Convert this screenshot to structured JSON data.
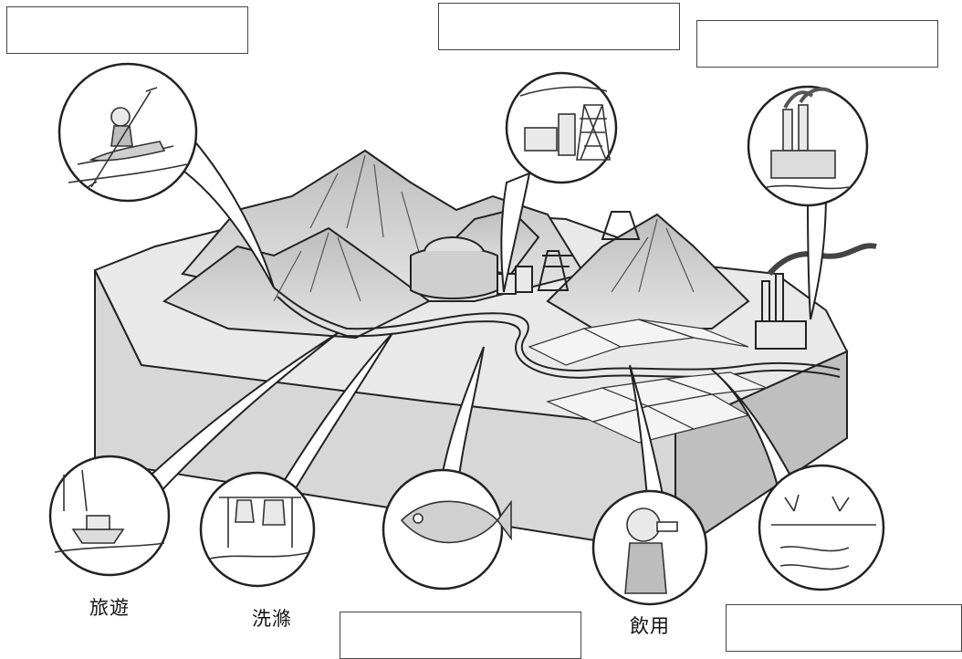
{
  "labels": {
    "tourism": "旅遊",
    "washing": "洗滌",
    "drinking": "飲用"
  },
  "answer_boxes": [
    "",
    "",
    "",
    "",
    ""
  ],
  "icons": [
    "kayaker-scene-icon",
    "power-station-scene-icon",
    "factory-scene-icon",
    "boat-scene-icon",
    "laundry-scene-icon",
    "fish-scene-icon",
    "drinking-person-scene-icon",
    "irrigation-scene-icon"
  ]
}
